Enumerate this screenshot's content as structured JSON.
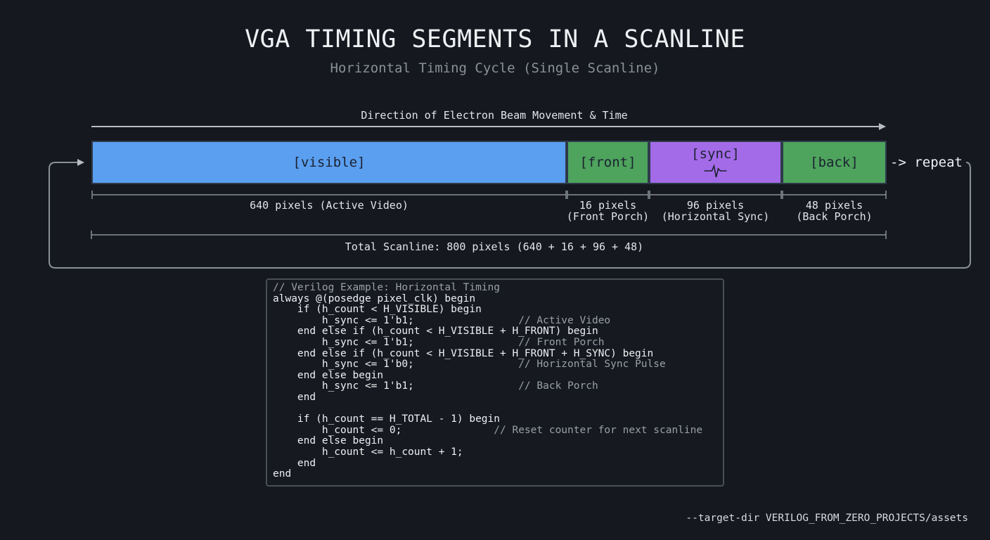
{
  "title": "VGA TIMING SEGMENTS IN A SCANLINE",
  "subtitle": "Horizontal Timing Cycle (Single Scanline)",
  "direction_label": "Direction of Electron Beam Movement & Time",
  "repeat_label": "-> repeat",
  "segments": [
    {
      "label": "[visible]",
      "pixels": 640,
      "dim_line1": "640 pixels (Active Video)",
      "dim_line2": "",
      "color": "#5b9ff0"
    },
    {
      "label": "[front]",
      "pixels": 16,
      "dim_line1": "16 pixels",
      "dim_line2": "(Front Porch)",
      "color": "#4ea35d"
    },
    {
      "label": "[sync]",
      "pixels": 96,
      "dim_line1": "96 pixels",
      "dim_line2": "(Horizontal Sync)",
      "color": "#a46be8"
    },
    {
      "label": "[back]",
      "pixels": 48,
      "dim_line1": "48 pixels",
      "dim_line2": "(Back Porch)",
      "color": "#4ea35d"
    }
  ],
  "total_label": "Total Scanline: 800 pixels (640 + 16 + 96 + 48)",
  "code_lines": [
    {
      "code": "// Verilog Example: Horizontal Timing",
      "comment": ""
    },
    {
      "code": "always @(posedge pixel_clk) begin",
      "comment": ""
    },
    {
      "code": "    if (h_count < H_VISIBLE) begin",
      "comment": ""
    },
    {
      "code": "        h_sync <= 1'b1;                 ",
      "comment": "// Active Video"
    },
    {
      "code": "    end else if (h_count < H_VISIBLE + H_FRONT) begin",
      "comment": ""
    },
    {
      "code": "        h_sync <= 1'b1;                 ",
      "comment": "// Front Porch"
    },
    {
      "code": "    end else if (h_count < H_VISIBLE + H_FRONT + H_SYNC) begin",
      "comment": ""
    },
    {
      "code": "        h_sync <= 1'b0;                 ",
      "comment": "// Horizontal Sync Pulse"
    },
    {
      "code": "    end else begin",
      "comment": ""
    },
    {
      "code": "        h_sync <= 1'b1;                 ",
      "comment": "// Back Porch"
    },
    {
      "code": "    end",
      "comment": ""
    },
    {
      "code": "",
      "comment": ""
    },
    {
      "code": "    if (h_count == H_TOTAL - 1) begin",
      "comment": ""
    },
    {
      "code": "        h_count <= 0;               ",
      "comment": "// Reset counter for next scanline"
    },
    {
      "code": "    end else begin",
      "comment": ""
    },
    {
      "code": "        h_count <= h_count + 1;",
      "comment": ""
    },
    {
      "code": "    end",
      "comment": ""
    },
    {
      "code": "end",
      "comment": ""
    }
  ],
  "footer": "--target-dir VERILOG_FROM_ZERO_PROJECTS/assets",
  "colors": {
    "background": "#15181e",
    "line": "#8a9099",
    "code_border": "#4a4f57"
  }
}
